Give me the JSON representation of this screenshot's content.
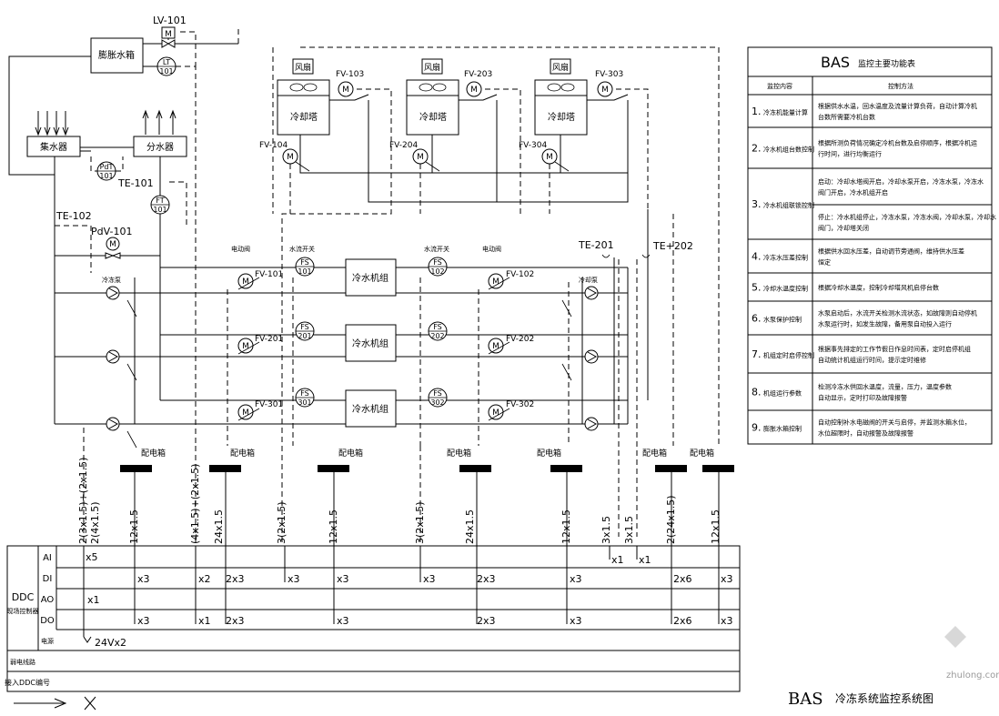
{
  "instruments": {
    "lv101": "LV-101",
    "lt101_a": "LT",
    "lt101_b": "101",
    "pdt101_a": "PdT",
    "pdt101_b": "101",
    "ft101_a": "FT",
    "ft101_b": "101",
    "te101": "TE-101",
    "te102": "TE-102",
    "pdv101": "PdV-101",
    "te201": "TE-201",
    "te202": "TE+202",
    "fv103": "FV-103",
    "fv203": "FV-203",
    "fv303": "FV-303",
    "fv104": "FV-104",
    "fv204": "FV-204",
    "fv304": "FV-304",
    "fv101": "FV-101",
    "fv102": "FV-102",
    "fv201": "FV-201",
    "fv202": "FV-202",
    "fv301": "FV-301",
    "fv302": "FV-302",
    "fs101_a": "FS",
    "fs101_b": "101",
    "fs102_a": "FS",
    "fs102_b": "102",
    "fs201_a": "FS",
    "fs201_b": "201",
    "fs202_a": "FS",
    "fs202_b": "202",
    "fs301_a": "FS",
    "fs301_b": "301",
    "fs302_a": "FS",
    "fs302_b": "302",
    "valve_m": "M"
  },
  "equipment": {
    "expansion_tank": "膨胀水箱",
    "collector": "集水器",
    "distributor": "分水器",
    "cooling_tower": "冷却塔",
    "fan": "风扇",
    "chiller": "冷水机组",
    "dist_box": "配电箱",
    "pump_label": "冷冻泵",
    "pump_label2": "冷却泵",
    "elec_valve": "电动阀",
    "flow_switch": "水流开关"
  },
  "cables": [
    "2(3x1.5)+(2x1.5)",
    "2(4x1.5)",
    "12x1.5",
    "(4x1.5)+(2x1.5)",
    "24x1.5",
    "3(2x1.5)",
    "12x1.5",
    "3(2x1.5)",
    "24x1.5",
    "12x1.5",
    "3x1.5",
    "3x1.5",
    "2(24x1.5)",
    "12x1.5"
  ],
  "ddc": {
    "title": "DDC",
    "subtitle": "现场控制器",
    "rows": [
      "AI",
      "DI",
      "AO",
      "DO",
      "电源"
    ],
    "row_extra": [
      "弱电线路",
      "接入DDC编号"
    ],
    "counts": {
      "ai": [
        "x5",
        "x1",
        "x1"
      ],
      "di": [
        "x3",
        "x2",
        "2x3",
        "x3",
        "x3",
        "x3",
        "2x3",
        "x3",
        "2x6",
        "x3"
      ],
      "ao": [
        "x1"
      ],
      "do": [
        "x3",
        "x1",
        "2x3",
        "x3",
        "2x3",
        "x3",
        "2x6",
        "x3"
      ],
      "power": "24Vx2"
    }
  },
  "table": {
    "title": "BAS",
    "title_sub": "监控主要功能表",
    "header": [
      "监控内容",
      "控制方法"
    ],
    "items": [
      {
        "num": "1.",
        "name": "冷冻机能量计算",
        "desc": [
          "根据供水水温，回水温度及流量计算负荷，自动计算冷机",
          "台数所需要冷机台数"
        ]
      },
      {
        "num": "2.",
        "name": "冷水机组台数控制",
        "desc": [
          "根据所测负荷情况确定冷机台数及启停顺序，根据冷机运",
          "行时间，进行均衡运行"
        ]
      },
      {
        "num": "3.",
        "name": "冷水机组联锁控制",
        "desc": [
          "启动：冷却水塔阀开启，冷却水泵开启，冷冻水泵，冷冻水",
          "阀门开启，冷水机组开启"
        ]
      },
      {
        "num": "",
        "name": "",
        "desc": [
          "停止：冷水机组停止，冷冻水泵，冷冻水阀，冷却水泵，冷却水",
          "阀门，冷却塔关闭"
        ]
      },
      {
        "num": "4.",
        "name": "冷冻水压差控制",
        "desc": [
          "根据供水回水压差，自动调节旁通阀，维持供水压差",
          "恒定"
        ]
      },
      {
        "num": "5.",
        "name": "冷却水温度控制",
        "desc": [
          "根据冷却水温度，控制冷却塔风机启停台数"
        ]
      },
      {
        "num": "6.",
        "name": "水泵保护控制",
        "desc": [
          "水泵启动后，水流开关检测水流状态，如故障则自动停机",
          "水泵运行时，如发生故障，备用泵自动投入运行"
        ]
      },
      {
        "num": "7.",
        "name": "机组定时启停控制",
        "desc": [
          "根据事先排定的工作节假日作息时间表，定时启停机组",
          "自动统计机组运行时间，提示定时维修"
        ]
      },
      {
        "num": "8.",
        "name": "机组运行参数",
        "desc": [
          "检测冷冻水供回水温度，流量，压力，温度参数",
          "自动显示，定时打印及故障报警"
        ]
      },
      {
        "num": "9.",
        "name": "膨胀水箱控制",
        "desc": [
          "自动控制补水电磁阀的开关与启停，并监测水箱水位，",
          "水位超限时，自动报警及故障报警"
        ]
      }
    ]
  },
  "footer": {
    "title": "BAS",
    "subtitle": "冷冻系统监控系统图",
    "watermark": "zhulong.com"
  }
}
